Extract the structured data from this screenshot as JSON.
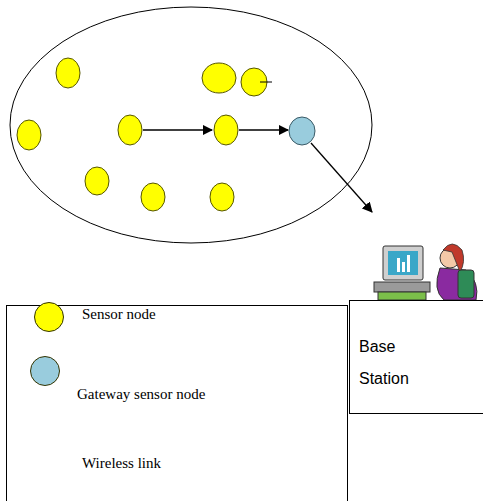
{
  "diagram": {
    "nodes": [
      {
        "text": [
          "Base Station"
        ]
      }
    ],
    "legend": [
      {
        "text": "Sensor node",
        "color": "#ffff00"
      },
      {
        "text": "Gateway sensor node",
        "color": "#99ccdd"
      },
      {
        "text": "Wireless link"
      }
    ]
  }
}
